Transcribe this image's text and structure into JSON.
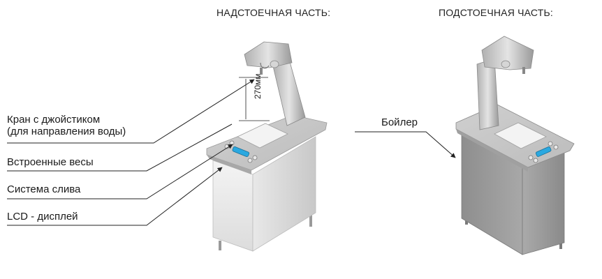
{
  "headings": {
    "above_counter": "НАДСТОЕЧНАЯ ЧАСТЬ:",
    "below_counter": "ПОДСТОЕЧНАЯ ЧАСТЬ:"
  },
  "labels": {
    "faucet_line1": "Кран с джойстиком",
    "faucet_line2": "(для направления воды)",
    "scales": "Встроенные весы",
    "drain": "Система слива",
    "lcd": "LCD - дисплей",
    "boiler": "Бойлер"
  },
  "dimension": {
    "faucet_height": "270мм"
  },
  "colors": {
    "cabinet_light": "#eeeeee",
    "cabinet_dark": "#9b9b9b",
    "lcd_blue": "#2aa8e0",
    "line": "#222222"
  }
}
